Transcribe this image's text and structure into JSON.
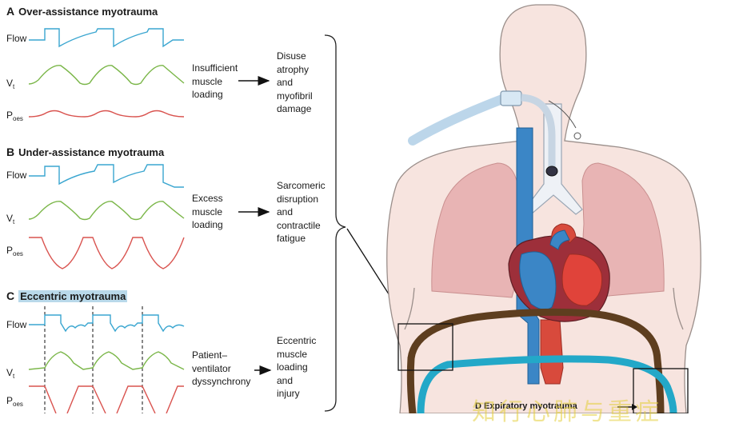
{
  "panels": [
    {
      "letter": "A",
      "title": "Over-assistance myotrauma",
      "signals": {
        "flow": "Flow",
        "vt": "V",
        "vt_sub": "t",
        "poes": "P",
        "poes_sub": "oes"
      },
      "cause": "Insufficient\nmuscle\nloading",
      "effect": "Disuse\natrophy\nand\nmyofibril\ndamage"
    },
    {
      "letter": "B",
      "title": "Under-assistance myotrauma",
      "signals": {
        "flow": "Flow",
        "vt": "V",
        "vt_sub": "t",
        "poes": "P",
        "poes_sub": "oes"
      },
      "cause": "Excess\nmuscle\nloading",
      "effect": "Sarcomeric\ndisruption\nand\ncontractile\nfatigue"
    },
    {
      "letter": "C",
      "title": "Eccentric myotrauma",
      "signals": {
        "flow": "Flow",
        "vt": "V",
        "vt_sub": "t",
        "poes": "P",
        "poes_sub": "oes"
      },
      "cause": "Patient–\nventilator\ndyssynchrony",
      "effect": "Eccentric\nmuscle\nloading\nand\ninjury"
    }
  ],
  "bottom_caption": {
    "letter": "D",
    "title": "Expiratory myotrauma"
  },
  "watermark": "知行心肺与重症",
  "colors": {
    "flow": "#3aa6d0",
    "vt": "#7ab648",
    "poes": "#d9534f",
    "skin": "#f7e4df",
    "lung": "#e8b4b4",
    "vein": "#3b86c6",
    "aorta": "#d84a3c",
    "diaphragm": "#5e3e1f",
    "abdominal": "#23a8c8",
    "highlight": "#b9d9ea"
  }
}
